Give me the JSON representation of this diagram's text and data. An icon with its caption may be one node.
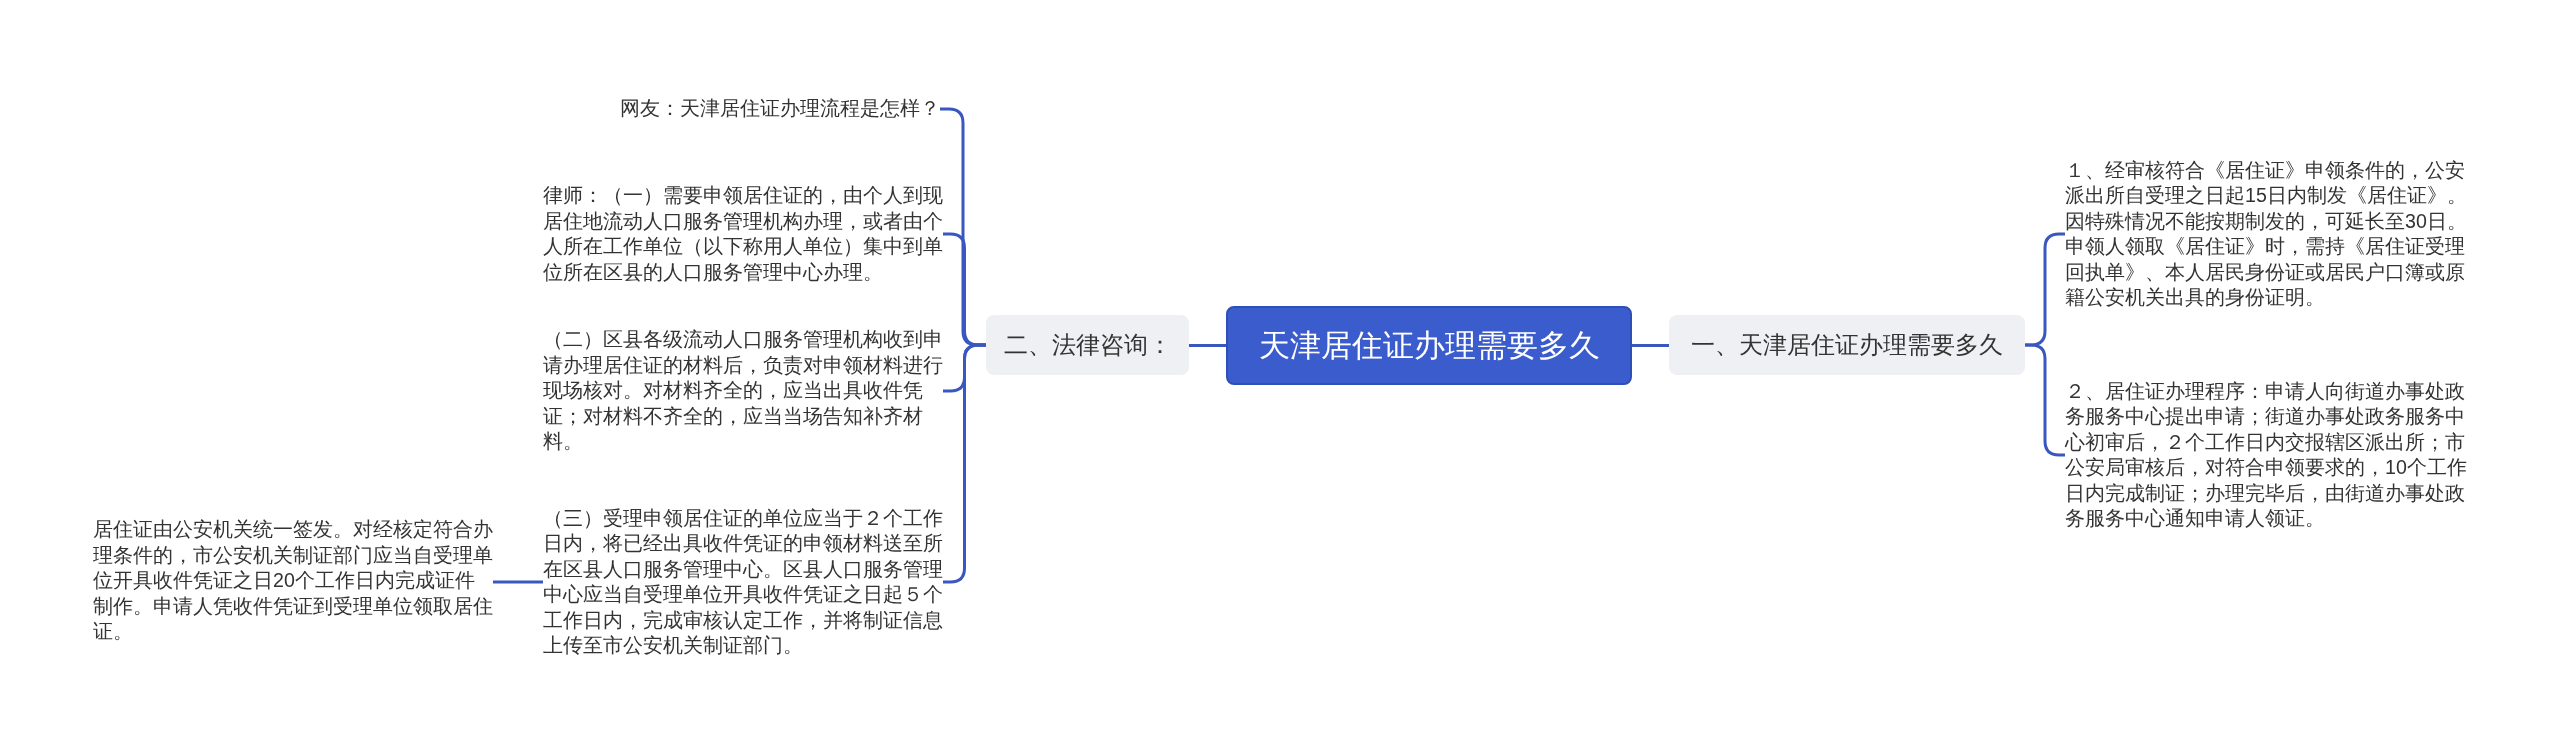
{
  "diagram": {
    "nodes": [
      {
        "text": [
          "天津居住证办理需要多久"
        ]
      },
      {
        "text": [
          "一、天津居住证办理需要多久"
        ]
      },
      {
        "text": [
          "１、经审核符合《居住证》申领条件的，公安派出所自受理之日起15日内制发《居住证》。因特殊情况不能按期制发的，可延长至30日。申领人领取《居住证》时，需持《居住证受理回执单》、本人居民身份证或居民户口簿或原籍公安机关出具的身份证明。"
        ]
      },
      {
        "text": [
          "２、居住证办理程序：申请人向街道办事处政务服务中心提出申请；街道办事处政务服务中心初审后，２个工作日内交报辖区派出所；市公安局审核后，对符合申领要求的，10个工作日内完成制证；办理完毕后，由街道办事处政务服务中心通知申请人领证。"
        ]
      },
      {
        "text": [
          "二、法律咨询："
        ]
      },
      {
        "text": [
          "网友：天津居住证办理流程是怎样？"
        ]
      },
      {
        "text": [
          "律师：（一）需要申领居住证的，由个人到现居住地流动人口服务管理机构办理，或者由个人所在工作单位（以下称用人单位）集中到单位所在区县的人口服务管理中心办理。"
        ]
      },
      {
        "text": [
          "（二）区县各级流动人口服务管理机构收到申请办理居住证的材料后，负责对申领材料进行现场核对。对材料齐全的，应当出具收件凭证；对材料不齐全的，应当当场告知补齐材料。"
        ]
      },
      {
        "text": [
          "（三）受理申领居住证的单位应当于２个工作日内，将已经出具收件凭证的申领材料送至所在区县人口服务管理中心。区县人口服务管理中心应当自受理单位开具收件凭证之日起５个工作日内，完成审核认定工作，并将制证信息上传至市公安机关制证部门。"
        ]
      },
      {
        "text": [
          "居住证由公安机关统一签发。对经核定符合办理条件的，市公安机关制证部门应当自受理单位开具收件凭证之日20个工作日内完成证件制作。申请人凭收件凭证到受理单位领取居住证。"
        ]
      }
    ],
    "edges": [
      {
        "from": 0,
        "to": 1,
        "arrow": "none"
      },
      {
        "from": 1,
        "to": 2,
        "arrow": "none"
      },
      {
        "from": 1,
        "to": 3,
        "arrow": "none"
      },
      {
        "from": 0,
        "to": 4,
        "arrow": "none"
      },
      {
        "from": 4,
        "to": 5,
        "arrow": "none"
      },
      {
        "from": 4,
        "to": 6,
        "arrow": "none"
      },
      {
        "from": 4,
        "to": 7,
        "arrow": "none"
      },
      {
        "from": 4,
        "to": 8,
        "arrow": "none"
      },
      {
        "from": 8,
        "to": 9,
        "arrow": "none"
      }
    ]
  }
}
